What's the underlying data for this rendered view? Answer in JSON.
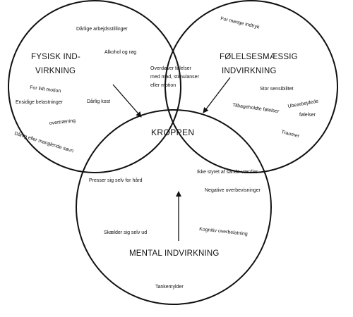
{
  "circles": {
    "physical": {
      "title_line1": "FYSISK IND-",
      "title_line2": "VIRKNING",
      "items": {
        "bad_jobs": "Dårlige  arbejdsstillinger",
        "alcohol_smoke": "Alkohol og røg",
        "too_little_exercise": "For lidt motion",
        "one_sided_loads": "Ensidige belastninger",
        "bad_diet": "Dårlig kost",
        "overtraining": "overtræning",
        "bad_sleep": "Dårlig eller manglende søvn"
      }
    },
    "emotional": {
      "title_line1": "FØLELSESMÆSSIG",
      "title_line2": "INDVIRKNING",
      "items": {
        "too_many_impressions": "For mange indtryk",
        "high_sensitivity": "Stor sensibilitet",
        "withheld_feelings": "Tilbageholdte følelser",
        "unprocessed_line1": "Ubearbejdede",
        "unprocessed_line2": "følelser",
        "trauma": "Traumer"
      }
    },
    "mental": {
      "title": "MENTAL INDVIRKNING",
      "items": {
        "scolds_self": "Skælder sig selv ud",
        "cognitive_overload": "Kognitiv overbelatning",
        "thought_swarm": "Tankemylder"
      }
    }
  },
  "overlaps": {
    "physical_emotional": {
      "line1": "Overdøver følelser",
      "line2": "med  mad, stimulanser",
      "line3": "eller motion"
    },
    "physical_mental": "Presser sig selv for hård",
    "emotional_mental": {
      "line1": "Ikke styret af sande værdier",
      "line2": "Negative overbevisninger"
    },
    "center": "KROPPEN"
  }
}
